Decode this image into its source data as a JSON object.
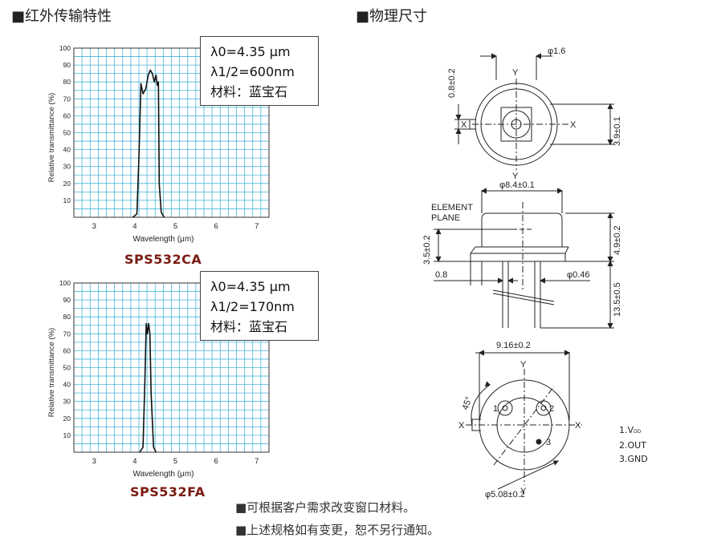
{
  "sections": {
    "left_title": "■红外传输特性",
    "right_title": "■物理尺寸"
  },
  "chart_data": [
    {
      "type": "line",
      "name": "SPS532CA",
      "xlabel": "Wavelength  (μm)",
      "ylabel": "Relative  transmittance   (%)",
      "xlim": [
        2.5,
        7.3
      ],
      "ylim": [
        0,
        100
      ],
      "xticks": [
        "3",
        "4",
        "5",
        "6",
        "7"
      ],
      "yticks": [
        "10",
        "20",
        "30",
        "40",
        "50",
        "60",
        "70",
        "80",
        "90",
        "100"
      ],
      "grid": true,
      "x": [
        3.95,
        4.05,
        4.1,
        4.15,
        4.2,
        4.27,
        4.33,
        4.38,
        4.43,
        4.48,
        4.52,
        4.55,
        4.58,
        4.6,
        4.65,
        4.72
      ],
      "y": [
        0,
        2,
        35,
        79,
        73,
        76,
        84,
        87,
        85,
        80,
        84,
        78,
        80,
        20,
        3,
        0
      ]
    },
    {
      "type": "line",
      "name": "SPS532FA",
      "xlabel": "Wavelength  (μm)",
      "ylabel": "Relative  transmittance   (%)",
      "xlim": [
        2.5,
        7.3
      ],
      "ylim": [
        0,
        100
      ],
      "xticks": [
        "3",
        "4",
        "5",
        "6",
        "7"
      ],
      "yticks": [
        "10",
        "20",
        "30",
        "40",
        "50",
        "60",
        "70",
        "80",
        "90",
        "100"
      ],
      "grid": true,
      "x": [
        4.12,
        4.2,
        4.25,
        4.28,
        4.31,
        4.34,
        4.37,
        4.4,
        4.46,
        4.52
      ],
      "y": [
        0,
        3,
        45,
        76,
        70,
        76,
        70,
        35,
        3,
        0
      ]
    }
  ],
  "spec_boxes": [
    {
      "lambda0": "λ0=4.35 μm",
      "half": "λ1/2=600nm",
      "material": "材料：蓝宝石"
    },
    {
      "lambda0": "λ0=4.35 μm",
      "half": "λ1/2=170nm",
      "material": "材料：蓝宝石"
    }
  ],
  "models": [
    "SPS532CA",
    "SPS532FA"
  ],
  "dimensions": {
    "phi16": "φ1.6",
    "d08": "0.8±0.2",
    "d39": "3.9±0.1",
    "phi84": "φ8.4±0.1",
    "element_plane_1": "ELEMENT",
    "element_plane_2": "PLANE",
    "d35": "3.5±0.2",
    "d49": "4.9±0.2",
    "lead08": "0.8",
    "phi046": "φ0.46",
    "d135": "13.5±0.5",
    "d916": "9.16±0.2",
    "angle45": "45°",
    "phi508": "φ5.08±0.2",
    "axis_x": "X",
    "axis_y": "Y",
    "pin1": "1",
    "pin2": "2",
    "pin3": "3"
  },
  "pinout": [
    "1.V",
    "2.OUT",
    "3.GND"
  ],
  "pinout_sub": "DD",
  "notes": [
    "■可根据客户需求改变窗口材料。",
    "■上述规格如有变更，恕不另行通知。"
  ],
  "colors": {
    "grid": "#49b6d8",
    "curve": "#111111",
    "model_text": "#7a1a12"
  }
}
